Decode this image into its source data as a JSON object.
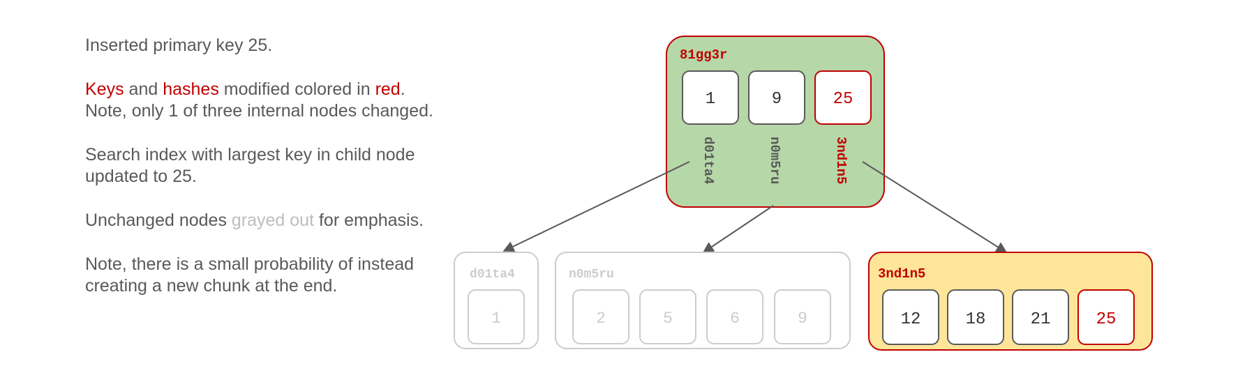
{
  "notes": {
    "p1": "Inserted primary key 25.",
    "p2_keys": "Keys",
    "p2_and": " and ",
    "p2_hashes": "hashes",
    "p2_modified": " modified colored in ",
    "p2_red": "red",
    "p2_dot": ".",
    "p2_rest": "Note, only 1 of three internal nodes changed.",
    "p3": "Search index with largest key in child node updated to 25.",
    "p4_a": "Unchanged nodes ",
    "p4_gray": "grayed out",
    "p4_b": " for emphasis.",
    "p5": "Note, there is a small probability of instead creating a new chunk at the end."
  },
  "root": {
    "hash": "81gg3r",
    "keys": [
      "1",
      "9",
      "25"
    ],
    "pointers": [
      "d01ta4",
      "n0m5ru",
      "3nd1n5"
    ]
  },
  "children": [
    {
      "hash": "d01ta4",
      "keys": [
        "1"
      ]
    },
    {
      "hash": "n0m5ru",
      "keys": [
        "2",
        "5",
        "6",
        "9"
      ]
    },
    {
      "hash": "3nd1n5",
      "keys": [
        "12",
        "18",
        "21",
        "25"
      ]
    }
  ],
  "colors": {
    "changed": "#c00000",
    "root_fill": "#b6d7a8",
    "leaf_fill": "#ffe599",
    "gray": "#cccccc",
    "text": "#595959"
  }
}
